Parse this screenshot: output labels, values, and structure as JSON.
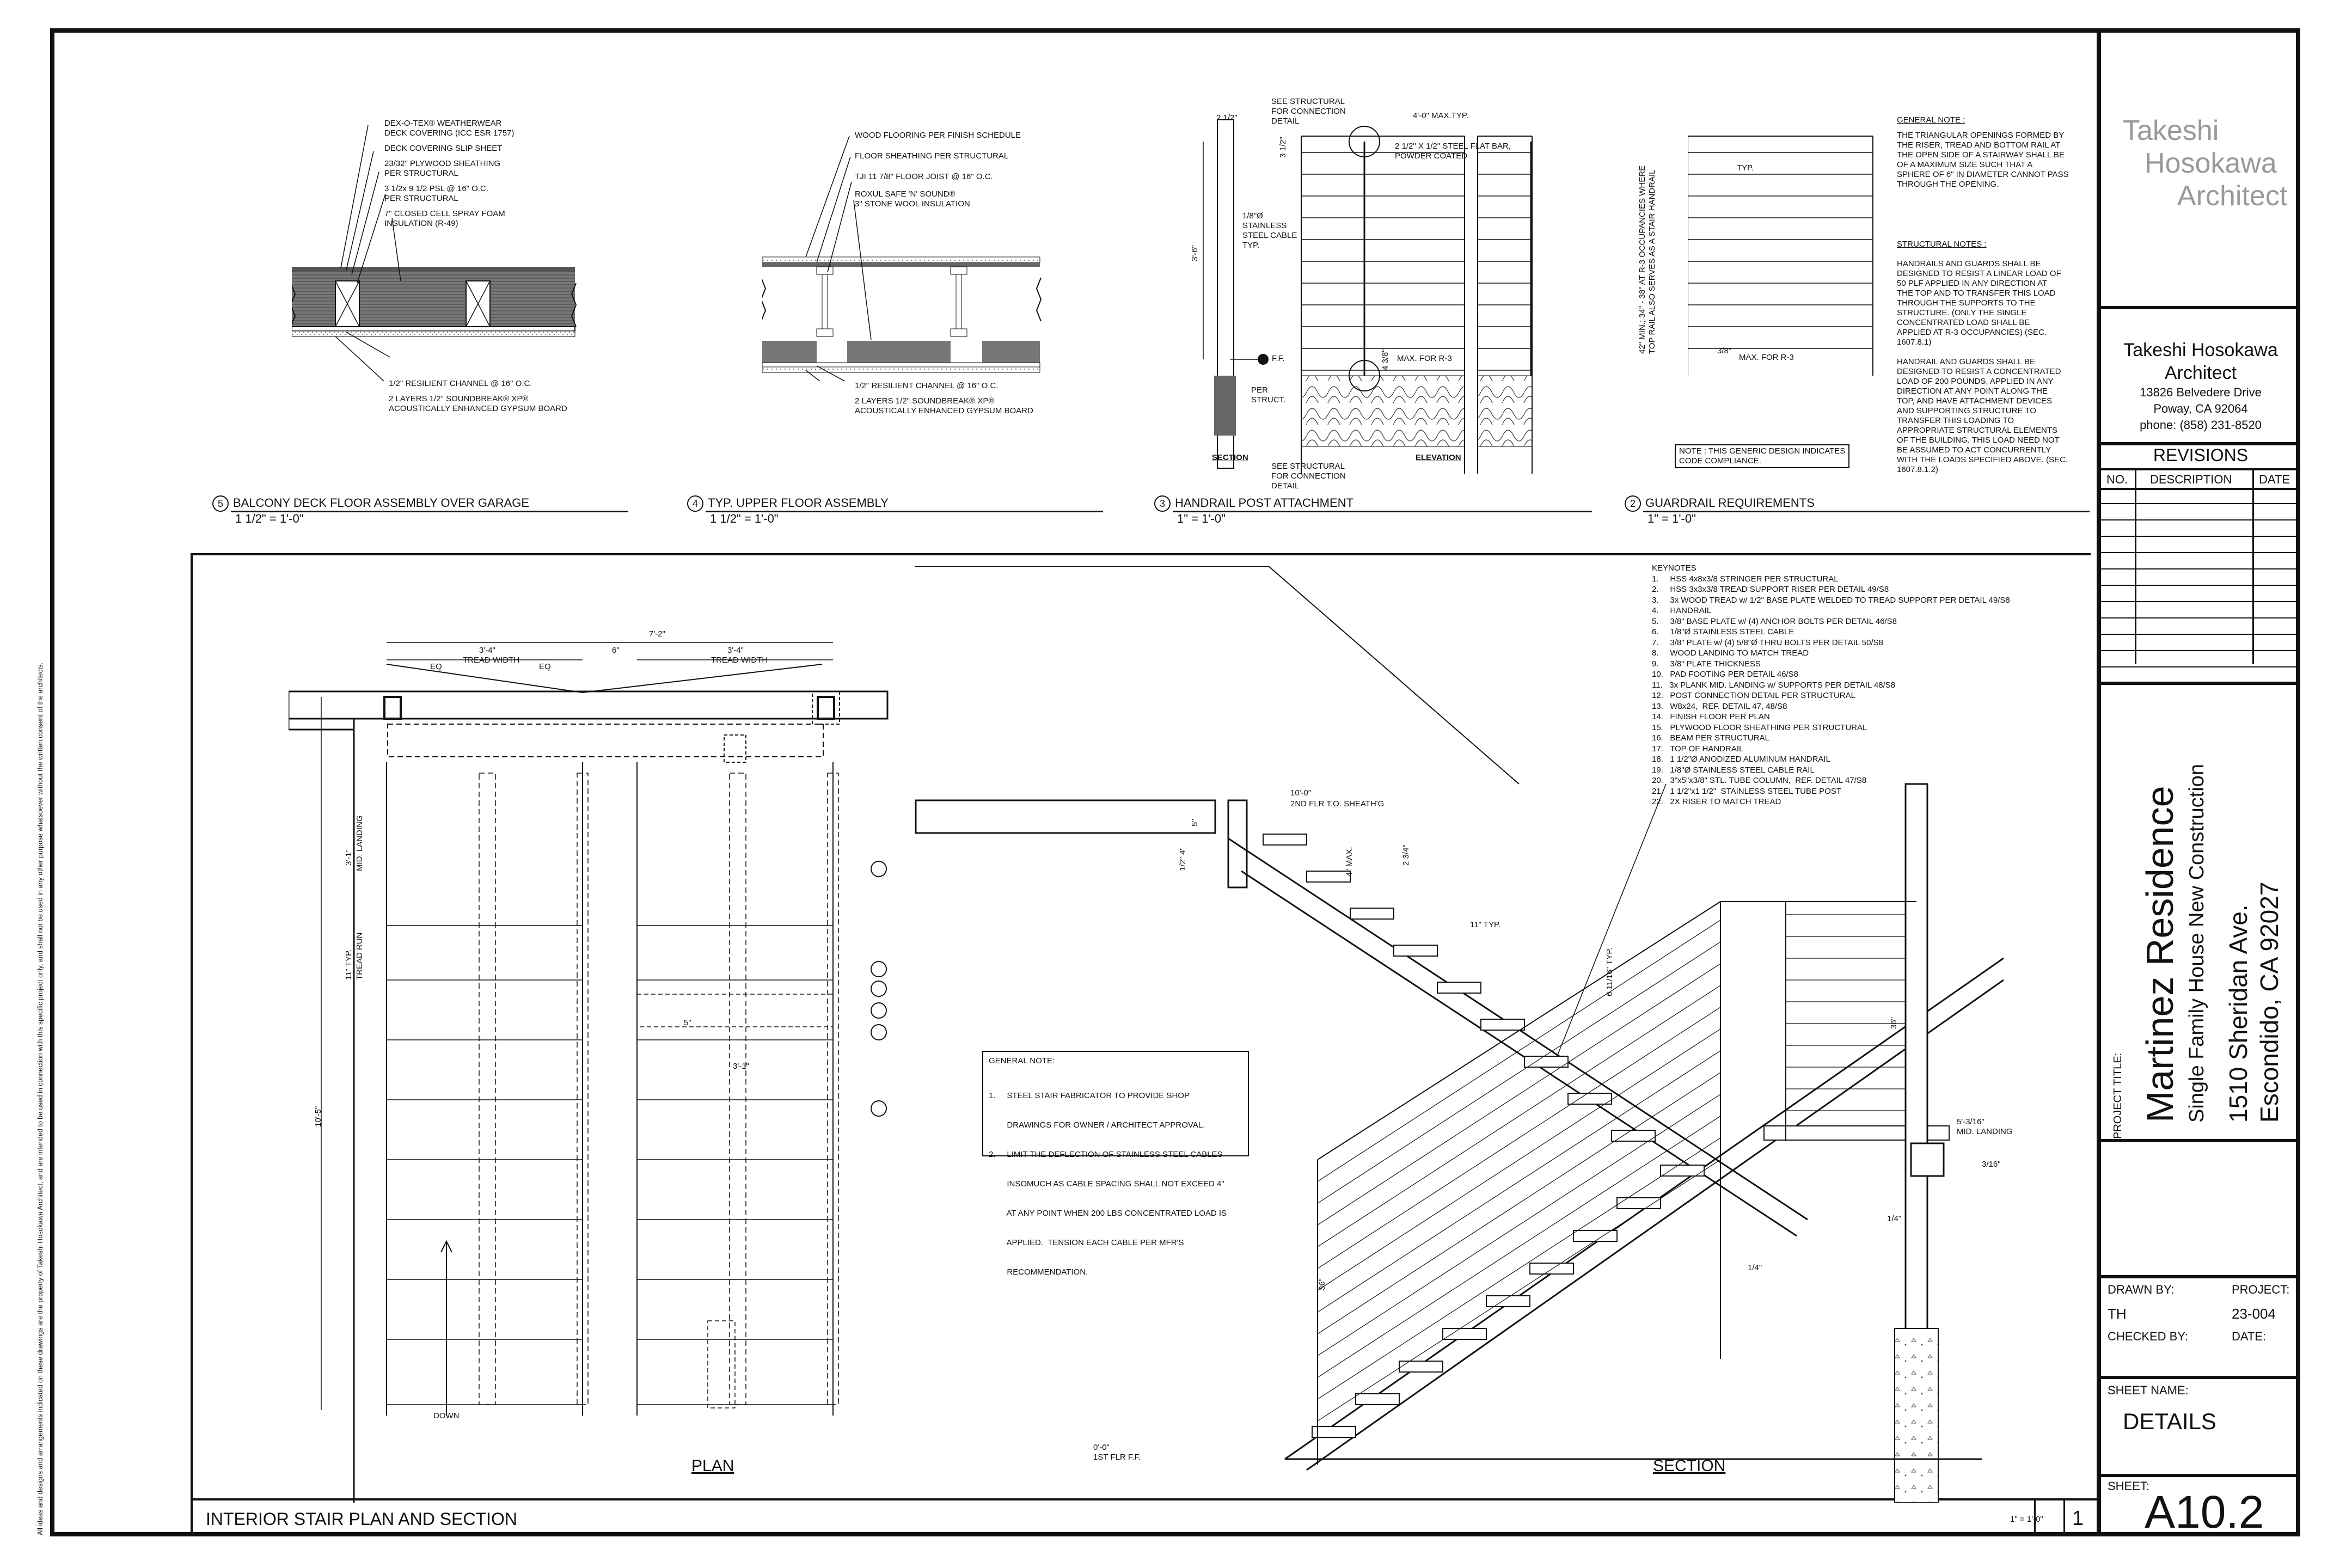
{
  "copyright_note": "All ideas and designs and arrangements indicated on these drawings are the property of Takeshi Hosokawa Architect, and are intended to be used in connection with this specific project only, and shall not be used in any other purpose whatsoever without the written consent of the architects.",
  "title_block": {
    "logo_line1": "Takeshi",
    "logo_line2": "Hosokawa",
    "logo_line3": "Architect",
    "firm_name_1": "Takeshi Hosokawa",
    "firm_name_2": "Architect",
    "address_1": "13826 Belvedere Drive",
    "address_2": "Poway, CA 92064",
    "phone": "phone: (858) 231-8520",
    "revisions_title": "REVISIONS",
    "rev_no": "NO.",
    "rev_desc": "DESCRIPTION",
    "rev_date": "DATE",
    "project_title_label": "PROJECT TITLE:",
    "project_name": "Martinez Residence",
    "project_type": "Single Family House New Construction",
    "project_addr_1": "1510 Sheridan Ave.",
    "project_addr_2": "Escondido, CA 92027",
    "drawn_by_label": "DRAWN BY:",
    "drawn_by": "TH",
    "project_label": "PROJECT:",
    "project_no": "23-004",
    "checked_by_label": "CHECKED BY:",
    "date_label": "DATE:",
    "sheet_name_label": "SHEET NAME:",
    "sheet_name": "DETAILS",
    "sheet_label": "SHEET:",
    "sheet_no": "A10.2"
  },
  "details": {
    "d5": {
      "num": "5",
      "title": "BALCONY DECK FLOOR ASSEMBLY OVER GARAGE",
      "scale": "1 1/2\" = 1'-0\"",
      "notes": [
        "DEX-O-TEX® WEATHERWEAR",
        "DECK COVERING (ICC ESR 1757)",
        "DECK COVERING SLIP SHEET",
        "23/32\" PLYWOOD SHEATHING",
        "PER STRUCTURAL",
        "3 1/2x 9 1/2 PSL @ 16\" O.C.",
        "PER STRUCTURAL",
        "7\" CLOSED CELL SPRAY FOAM",
        "INSULATION (R-49)"
      ],
      "bottom_notes": [
        "1/2\" RESILIENT CHANNEL @ 16\" O.C.",
        "2 LAYERS 1/2\" SOUNDBREAK® XP®",
        "ACOUSTICALLY ENHANCED GYPSUM BOARD"
      ]
    },
    "d4": {
      "num": "4",
      "title": "TYP. UPPER FLOOR ASSEMBLY",
      "scale": "1 1/2\" = 1'-0\"",
      "notes": [
        "WOOD FLOORING PER FINISH SCHEDULE",
        "FLOOR SHEATHING PER STRUCTURAL",
        "TJI  11 7/8\" FLOOR JOIST @ 16\" O.C.",
        "ROXUL SAFE 'N' SOUND®",
        "3\" STONE WOOL INSULATION"
      ],
      "bottom_notes": [
        "1/2\" RESILIENT CHANNEL @ 16\" O.C.",
        "2 LAYERS 1/2\" SOUNDBREAK® XP®",
        "ACOUSTICALLY ENHANCED GYPSUM BOARD"
      ]
    },
    "d3": {
      "num": "3",
      "title": "HANDRAIL POST ATTACHMENT",
      "scale": "1\" = 1'-0\"",
      "see_struct_top": [
        "SEE STRUCTURAL",
        "FOR CONNECTION",
        "DETAIL"
      ],
      "see_struct_bot": [
        "SEE STRUCTURAL",
        "FOR CONNECTION",
        "DETAIL"
      ],
      "dim_2half": "2 1/2\"",
      "dim_4ft": "4'-0\" MAX.TYP.",
      "dim_3ft6": "3'-6\"",
      "dim_4_38": "4 3/8\"",
      "dim_3_12": "3 1/2\"",
      "flat_bar": [
        "2 1/2\" X 1/2\" STEEL FLAT BAR,",
        "POWDER COATED"
      ],
      "cable": [
        "1/8\"Ø",
        "STAINLESS",
        "STEEL CABLE",
        "TYP."
      ],
      "ff": "F.F.",
      "per_struct": [
        "PER",
        "STRUCT."
      ],
      "max_r3": "MAX. FOR R-3",
      "section": "SECTION",
      "elevation": "ELEVATION"
    },
    "d2": {
      "num": "2",
      "title": "GUARDRAIL REQUIREMENTS",
      "scale": "1\" = 1'-0\"",
      "side_note_1": "42\" MIN.; 34\" - 38\" AT R-3 OCCUPANCIES WHERE",
      "side_note_2": "TOP RAIL ALSO SERVES AS A STAIR HANDRAIL",
      "typ": "TYP.",
      "dim_38": "3/8\"",
      "max_r3": "MAX. FOR R-3",
      "note_box": [
        "NOTE : THIS GENERIC DESIGN INDICATES",
        "CODE COMPLIANCE."
      ],
      "general_title": "GENERAL NOTE :",
      "general_text": [
        "THE TRIANGULAR OPENINGS FORMED BY",
        "THE RISER, TREAD AND BOTTOM RAIL AT",
        "THE OPEN SIDE OF A STAIRWAY SHALL BE",
        "OF A MAXIMUM SIZE SUCH THAT A",
        "SPHERE OF 6\" IN DIAMETER CANNOT PASS",
        "THROUGH THE OPENING."
      ],
      "struct_title": "STRUCTURAL NOTES :",
      "struct_text": [
        "HANDRAILS AND GUARDS SHALL BE",
        "DESIGNED TO RESIST A LINEAR LOAD OF",
        "50 PLF APPLIED IN ANY DIRECTION AT",
        "THE TOP AND TO TRANSFER THIS LOAD",
        "THROUGH THE SUPPORTS TO THE",
        "STRUCTURE.  (ONLY THE SINGLE",
        "CONCENTRATED LOAD SHALL BE",
        "APPLIED AT R-3 OCCUPANCIES) (SEC.",
        "1607.8.1)",
        "",
        "HANDRAIL AND GUARDS SHALL BE",
        "DESIGNED TO RESIST A CONCENTRATED",
        "LOAD OF 200 POUNDS, APPLIED IN ANY",
        "DIRECTION AT ANY POINT ALONG THE",
        "TOP, AND HAVE ATTACHMENT DEVICES",
        "AND SUPPORTING STRUCTURE TO",
        "TRANSFER THIS LOADING TO",
        "APPROPRIATE STRUCTURAL ELEMENTS",
        "OF THE BUILDING. THIS LOAD NEED NOT",
        "BE ASSUMED TO ACT CONCURRENTLY",
        "WITH THE LOADS SPECIFIED ABOVE. (SEC.",
        "1607.8.1.2)"
      ]
    }
  },
  "stair": {
    "title": "INTERIOR STAIR PLAN AND SECTION",
    "scale": "1\" = 1'-0\"",
    "num": "1",
    "plan_label": "PLAN",
    "section_label": "SECTION",
    "keynotes_title": "KEYNOTES",
    "keynotes": [
      "1.     HSS 4x8x3/8 STRINGER PER STRUCTURAL",
      "2.     HSS 3x3x3/8 TREAD SUPPORT RISER PER DETAIL 49/S8",
      "3.     3x WOOD TREAD w/ 1/2\" BASE PLATE WELDED TO TREAD SUPPORT PER DETAIL 49/S8",
      "4.     HANDRAIL",
      "5.     3/8\" BASE PLATE w/ (4) ANCHOR BOLTS PER DETAIL 46/S8",
      "6.     1/8\"Ø STAINLESS STEEL CABLE",
      "7.     3/8\" PLATE w/ (4) 5/8\"Ø THRU BOLTS PER DETAIL 50/S8",
      "8.     WOOD LANDING TO MATCH TREAD",
      "9.     3/8\" PLATE THICKNESS",
      "10.   PAD FOOTING PER DETAIL 46/S8",
      "11.   3x PLANK MID. LANDING w/ SUPPORTS PER DETAIL 48/S8",
      "12.   POST CONNECTION DETAIL PER STRUCTURAL",
      "13.   W8x24,  REF. DETAIL 47, 48/S8",
      "14.   FINISH FLOOR PER PLAN",
      "15.   PLYWOOD FLOOR SHEATHING PER STRUCTURAL",
      "16.   BEAM PER STRUCTURAL",
      "17.   TOP OF HANDRAIL",
      "18.   1 1/2\"Ø ANODIZED ALUMINUM HANDRAIL",
      "19.   1/8\"Ø STAINLESS STEEL CABLE RAIL",
      "20.   3\"x5\"x3/8\" STL. TUBE COLUMN,  REF. DETAIL 47/S8",
      "21.   1 1/2\"x1 1/2\"  STAINLESS STEEL TUBE POST",
      "22.   2X RISER TO MATCH TREAD"
    ],
    "general_note_title": "GENERAL NOTE:",
    "general_note": [
      "1.     STEEL STAIR FABRICATOR TO PROVIDE SHOP",
      "        DRAWINGS FOR OWNER / ARCHITECT APPROVAL.",
      "2.     LIMIT THE DEFLECTION OF STAINLESS STEEL CABLES",
      "        INSOMUCH AS CABLE SPACING SHALL NOT EXCEED 4\"",
      "        AT ANY POINT WHEN 200 LBS CONCENTRATED LOAD IS",
      "        APPLIED.  TENSION EACH CABLE PER MFR'S",
      "        RECOMMENDATION."
    ],
    "plan_dims": {
      "overall": "7'-2\"",
      "tread_w1": "3'-4\"",
      "tread_w_label": "TREAD WIDTH",
      "eq": "EQ",
      "gap": "6\"",
      "tread_w2": "3'-4\"",
      "mid_landing": "3'-1\"",
      "mid_landing_label": "MID. LANDING",
      "tread_run": "11\" TYP.",
      "tread_run_label": "TREAD RUN",
      "total": "10'-5\"",
      "down": "DOWN",
      "dim_5": "5\"",
      "dim_31": "3'-1\""
    },
    "section_dims": {
      "top_lvl": "10'-0\"",
      "top_lvl_label": "2ND FLR T.O. SHEATH'G",
      "mid_lvl": "5'-3/16\"",
      "mid_lvl_label": "MID. LANDING",
      "bot_lvl": "0'-0\"",
      "bot_lvl_label": "1ST FLR F.F.",
      "tread_11": "11\" TYP.",
      "riser": "6 11/16\" TYP.",
      "rail_36": "36\"",
      "rail_36b": "36\"",
      "d_14": "1/4\"",
      "d_316": "3/16\"",
      "d_14b": "1/4\"",
      "d_234": "2 3/4\"",
      "d_4max": "4\" MAX.",
      "d_5": "5\"",
      "d_4": "4\"",
      "d_12": "1/2\""
    },
    "typ": "TYP."
  }
}
